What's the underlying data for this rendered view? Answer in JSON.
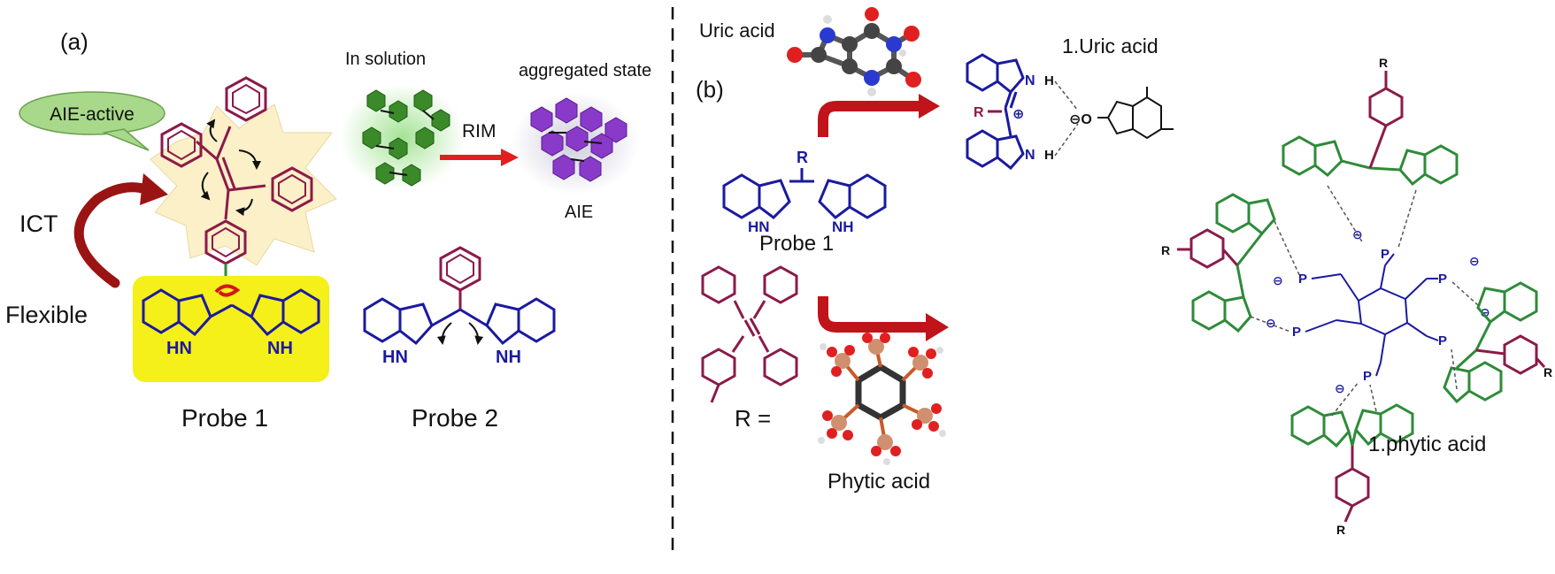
{
  "panel_a": {
    "label": "(a)",
    "bubble_text": "AIE-active",
    "ict": "ICT",
    "flexible": "Flexible",
    "in_solution": "In solution",
    "aggregated_state": "aggregated state",
    "rim": "RIM",
    "aie": "AIE",
    "probe1": "Probe 1",
    "probe2": "Probe 2",
    "atom_hn": "HN",
    "atom_nh": "NH"
  },
  "panel_b": {
    "label": "(b)",
    "uric_acid": "Uric acid",
    "uric_complex": "1.Uric acid",
    "probe1": "Probe 1",
    "r_equals": "R =",
    "phytic_acid": "Phytic acid",
    "phytic_complex": "1.phytic acid",
    "atom_r": "R",
    "atom_p": "P",
    "atom_o": "O",
    "atom_h": "H",
    "atom_n": "N",
    "atom_hn": "HN",
    "atom_nh": "NH",
    "atom_minus": "⊖",
    "atom_plus": "⊕",
    "atom_o_minus": "⊖O"
  },
  "colors": {
    "purple": "#8b1a4a",
    "blue": "#1a1aa0",
    "green": "#2e8b3a",
    "red": "#c0141a",
    "yellow": "#f5ef1a",
    "star": "#fbf0c8",
    "bubble": "#a8d88a"
  }
}
